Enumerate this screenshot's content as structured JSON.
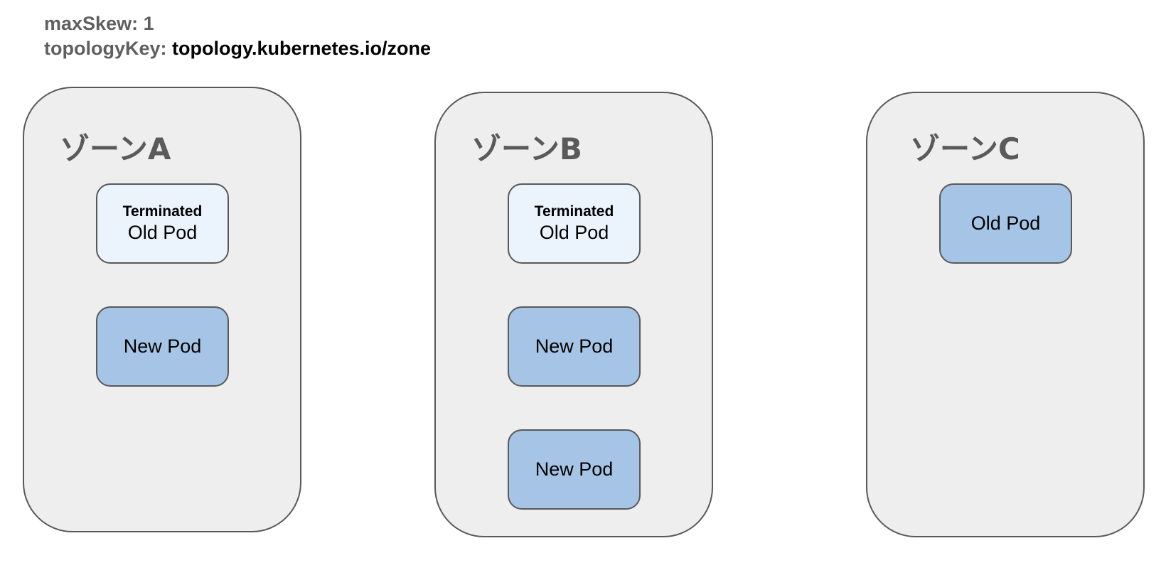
{
  "header": {
    "max_skew_label": "maxSkew: 1",
    "topology_key_label": "topologyKey:",
    "topology_key_value": "topology.kubernetes.io/zone"
  },
  "zones": [
    {
      "title": "ゾーンA",
      "pods": [
        {
          "status": "Terminated",
          "label": "Old Pod",
          "state": "terminated"
        },
        {
          "label": "New Pod",
          "state": "active"
        }
      ]
    },
    {
      "title": "ゾーンB",
      "pods": [
        {
          "status": "Terminated",
          "label": "Old Pod",
          "state": "terminated"
        },
        {
          "label": "New Pod",
          "state": "active"
        },
        {
          "label": "New Pod",
          "state": "active"
        }
      ]
    },
    {
      "title": "ゾーンC",
      "pods": [
        {
          "label": "Old Pod",
          "state": "active"
        }
      ]
    }
  ],
  "colors": {
    "zone_fill": "#eeeeee",
    "border": "#595959",
    "pod_terminated_fill": "#ebf3fd",
    "pod_active_fill": "#a6c4e5",
    "header_gray": "#5f5f5f",
    "zone_title_gray": "#5a5a5a"
  }
}
